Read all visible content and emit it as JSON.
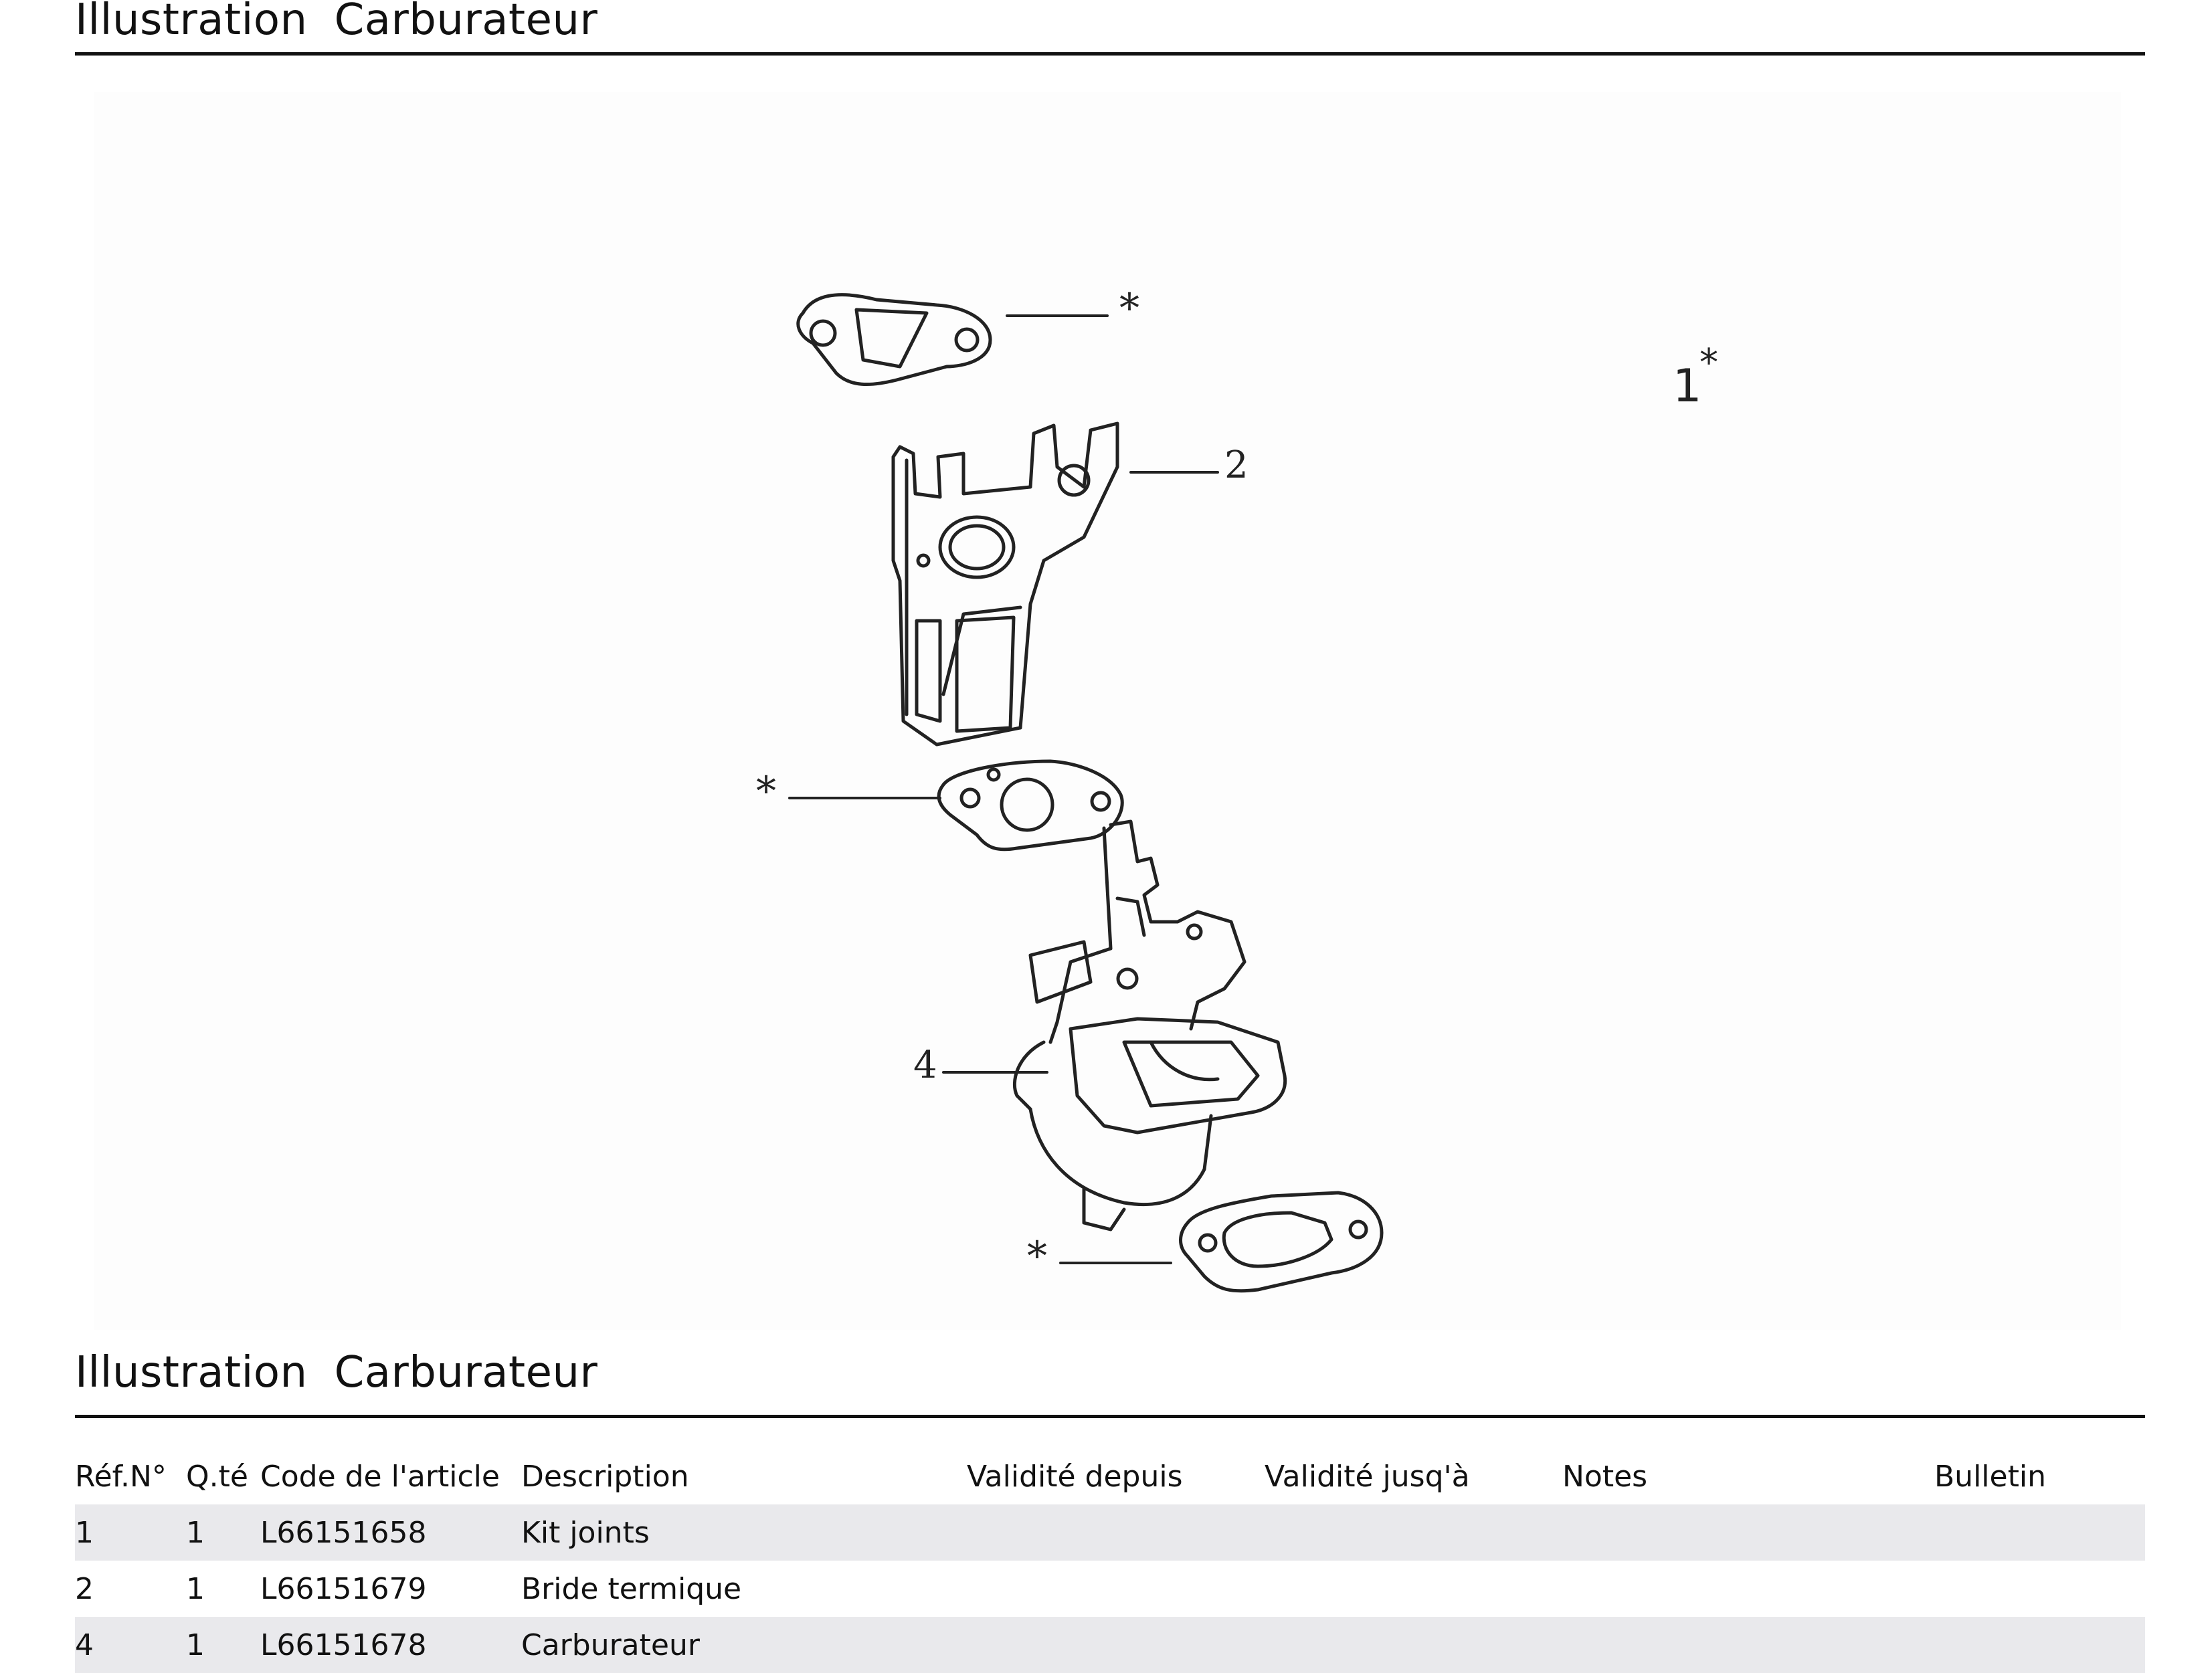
{
  "header": {
    "word1": "Illustration",
    "word2": "Carburateur"
  },
  "section": {
    "word1": "Illustration",
    "word2": "Carburateur"
  },
  "callouts": {
    "top_gasket": "*",
    "kit_ref": "1",
    "kit_star": "*",
    "bracket": "2",
    "middle_gasket": "*",
    "carburetor": "4",
    "bottom_gasket": "*"
  },
  "table": {
    "headers": [
      "Réf.N°",
      "Q.té",
      "Code de l'article",
      "Description",
      "Validité depuis",
      "Validité jusq'à",
      "Notes",
      "Bulletin"
    ],
    "rows": [
      {
        "ref": "1",
        "qty": "1",
        "code": "L66151658",
        "description": "Kit joints",
        "valid_from": "",
        "valid_to": "",
        "notes": "",
        "bulletin": ""
      },
      {
        "ref": "2",
        "qty": "1",
        "code": "L66151679",
        "description": "Bride termique",
        "valid_from": "",
        "valid_to": "",
        "notes": "",
        "bulletin": ""
      },
      {
        "ref": "4",
        "qty": "1",
        "code": "L66151678",
        "description": "Carburateur",
        "valid_from": "",
        "valid_to": "",
        "notes": "",
        "bulletin": ""
      }
    ]
  },
  "colors": {
    "text": "#111111",
    "row_stripe": "#e9e9ec",
    "drawing": "#222222"
  }
}
